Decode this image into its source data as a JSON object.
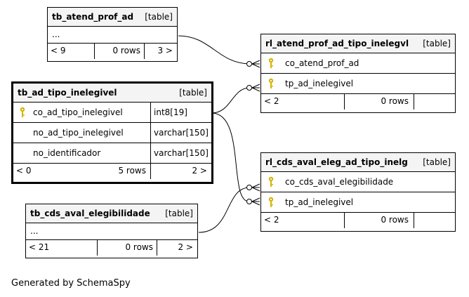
{
  "tables": {
    "tb_atend_prof_ad": {
      "name": "tb_atend_prof_ad",
      "kind": "[table]",
      "ellipsis": "...",
      "footer": {
        "left": "< 9",
        "rows": "0 rows",
        "right": "3 >"
      }
    },
    "rl_atend_prof_ad_tipo_inelegvl": {
      "name": "rl_atend_prof_ad_tipo_inelegvl",
      "kind": "[table]",
      "columns": [
        {
          "name": "co_atend_prof_ad",
          "key": "key-icon"
        },
        {
          "name": "tp_ad_inelegivel",
          "key": "key-icon"
        }
      ],
      "footer": {
        "left": "< 2",
        "rows": "0 rows",
        "right": ""
      }
    },
    "tb_ad_tipo_inelegivel": {
      "name": "tb_ad_tipo_inelegivel",
      "kind": "[table]",
      "columns": [
        {
          "name": "co_ad_tipo_inelegivel",
          "type": "int8[19]",
          "key": "key-icon"
        },
        {
          "name": "no_ad_tipo_inelegivel",
          "type": "varchar[150]",
          "key": ""
        },
        {
          "name": "no_identificador",
          "type": "varchar[150]",
          "key": ""
        }
      ],
      "footer": {
        "left": "< 0",
        "rows": "5 rows",
        "right": "2 >"
      }
    },
    "rl_cds_aval_eleg_ad_tipo_inelg": {
      "name": "rl_cds_aval_eleg_ad_tipo_inelg",
      "kind": "[table]",
      "columns": [
        {
          "name": "co_cds_aval_elegibilidade",
          "key": "key-icon"
        },
        {
          "name": "tp_ad_inelegivel",
          "key": "key-icon"
        }
      ],
      "footer": {
        "left": "< 2",
        "rows": "0 rows",
        "right": ""
      }
    },
    "tb_cds_aval_elegibilidade": {
      "name": "tb_cds_aval_elegibilidade",
      "kind": "[table]",
      "ellipsis": "...",
      "footer": {
        "left": "< 21",
        "rows": "0 rows",
        "right": "2 >"
      }
    }
  },
  "footer_text": "Generated by SchemaSpy",
  "colors": {
    "key": "#d4b400",
    "header": "#f4f4f4"
  }
}
